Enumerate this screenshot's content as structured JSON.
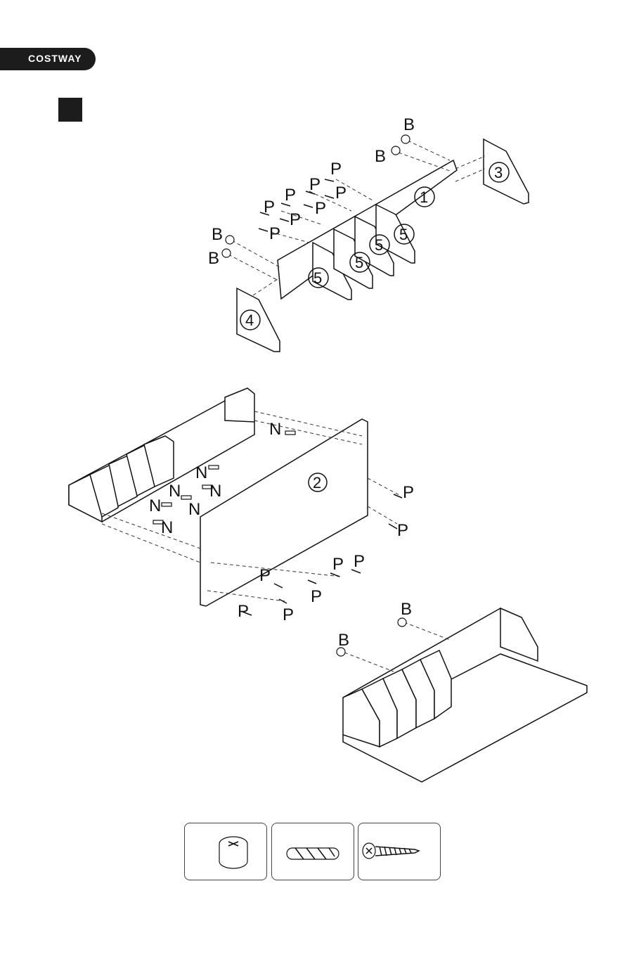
{
  "brand": {
    "name": "COSTWAY"
  },
  "labels": {
    "cam_lock": "B",
    "dowel": "N",
    "screw": "P"
  },
  "parts": {
    "p1": "1",
    "p2": "2",
    "p3": "3",
    "p4": "4",
    "p5": "5"
  }
}
